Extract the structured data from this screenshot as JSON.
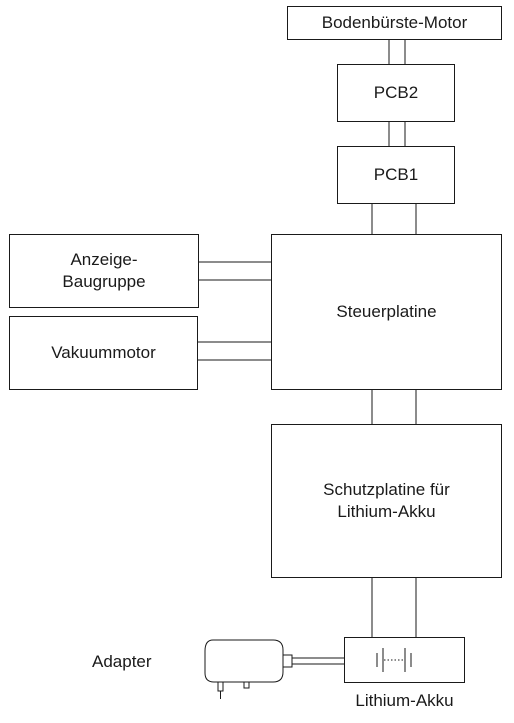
{
  "blocks": {
    "brush_motor": "Bodenbürste-Motor",
    "pcb2": "PCB2",
    "pcb1": "PCB1",
    "display": "Anzeige-\nBaugruppe",
    "vacuum_motor": "Vakuummotor",
    "control_board": "Steuerplatine",
    "protection_board": "Schutzplatine für\nLithium-Akku",
    "battery": "Lithium-Akku",
    "adapter": "Adapter"
  }
}
